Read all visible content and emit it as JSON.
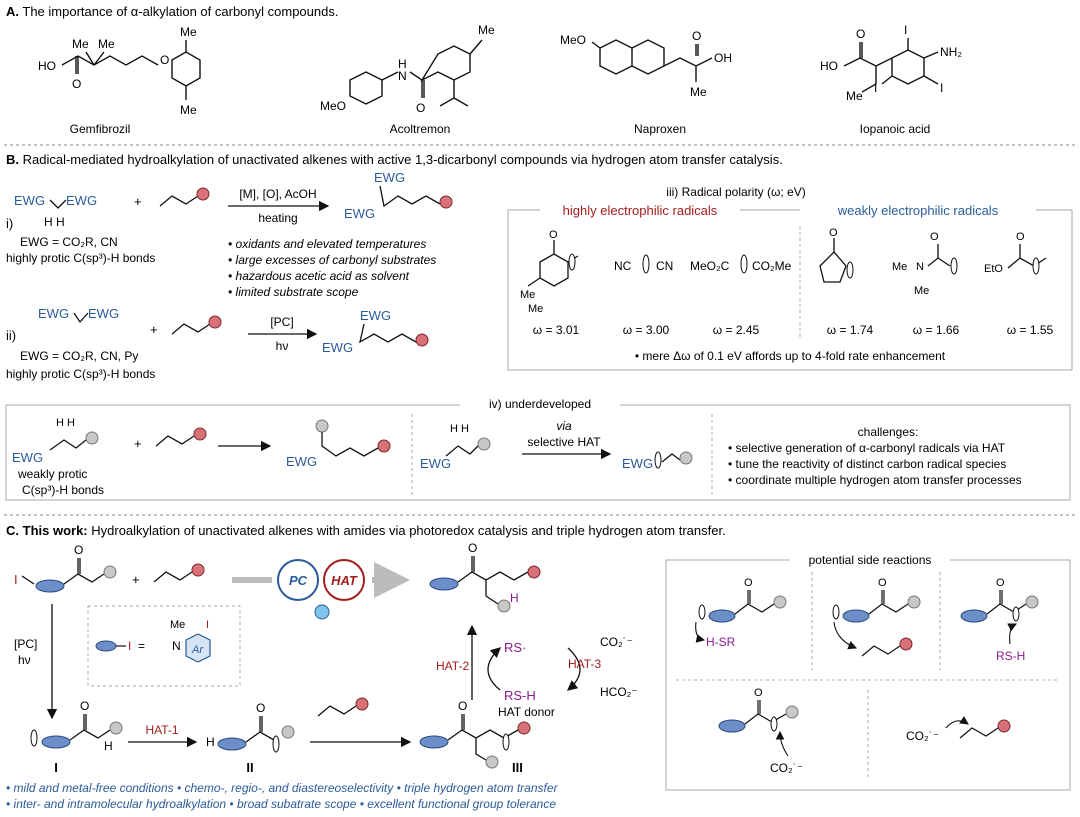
{
  "colors": {
    "blue": "#2a5b9a",
    "red": "#a31d1d",
    "purple": "#8e1a8e",
    "grey_ball": "#c8c8c8",
    "red_ball": "#d9707a",
    "blue_oval": "#6d8fc9"
  },
  "sectionA": {
    "letter": "A.",
    "title": "The importance of α-alkylation of carbonyl compounds.",
    "compounds": [
      "Gemfibrozil",
      "Acoltremon",
      "Naproxen",
      "Iopanoic acid"
    ],
    "atoms": {
      "ho": "HO",
      "o": "O",
      "me": "Me",
      "oh": "OH",
      "meo": "MeO",
      "h": "H",
      "n": "N",
      "nh2": "NH₂",
      "i": "I"
    }
  },
  "sectionB": {
    "letter": "B.",
    "title": "Radical-mediated hydroalkylation of unactivated alkenes with active 1,3-dicarbonyl compounds via hydrogen atom transfer catalysis.",
    "route_i": {
      "label": "i)",
      "ewg": "EWG",
      "hh": "H  H",
      "plus": "+",
      "reagents": "[M], [O], AcOH",
      "conditions": "heating",
      "def": "EWG = CO₂R, CN",
      "protic": "highly protic C(sp³)-H bonds",
      "bullets": [
        "• oxidants and elevated temperatures",
        "• large excesses of carbonyl substrates",
        "• hazardous acetic acid as solvent",
        "• limited substrate scope"
      ]
    },
    "route_ii": {
      "label": "ii)",
      "ewg": "EWG",
      "plus": "+",
      "reagents": "[PC]",
      "conditions": "hν",
      "def": "EWG = CO₂R, CN, Py",
      "protic": "highly protic C(sp³)-H bonds"
    },
    "polarity": {
      "title": "iii) Radical polarity (ω; eV)",
      "high": "highly electrophilic radicals",
      "weak": "weakly electrophilic radicals",
      "radical_labels": {
        "nc": "NC",
        "cn": "CN",
        "meo2c": "MeO₂C",
        "co2me": "CO₂Me",
        "eto": "EtO",
        "me": "Me",
        "n": "N",
        "o": "O"
      },
      "values": [
        "ω = 3.01",
        "ω = 3.00",
        "ω = 2.45",
        "ω = 1.74",
        "ω = 1.66",
        "ω = 1.55"
      ],
      "note": "• mere Δω of 0.1 eV affords up to 4-fold rate enhancement"
    },
    "underdeveloped": {
      "title": "iv) underdeveloped",
      "ewg": "EWG",
      "hh": "H  H",
      "weak1": "weakly protic",
      "weak2": "C(sp³)-H bonds",
      "plus": "+",
      "via": "via",
      "selective": "selective HAT",
      "challenges_title": "challenges:",
      "challenges": [
        "• selective generation of α-carbonyl radicals via HAT",
        "• tune the reactivity of distinct carbon radical species",
        "• coordinate multiple hydrogen atom transfer processes"
      ]
    }
  },
  "sectionC": {
    "letter": "C.",
    "title_bold": "This work:",
    "title": " Hydroalkylation of unactivated alkenes with amides via photoredox catalysis and triple hydrogen atom transfer.",
    "atoms": {
      "i": "I",
      "o": "O",
      "h": "H",
      "me": "Me",
      "n": "N",
      "ar": "Ar",
      "eq": "= ",
      "plus": "+"
    },
    "pc": "PC",
    "hat": "HAT",
    "reagents": "[PC]",
    "conditions": "hν",
    "hat1": "HAT-1",
    "hat2": "HAT-2",
    "hat3": "HAT-3",
    "rs": "RS·",
    "rsh": "RS-H",
    "co2": "CO₂˙⁻",
    "hco2": "HCO₂⁻",
    "hat_donor": "HAT donor",
    "int1": "I",
    "int2": "II",
    "int3": "III",
    "side_title": "potential side reactions",
    "hsr": "H-SR",
    "rsh2": "RS-H",
    "co2side": "CO₂˙⁻",
    "footer1": "• mild and metal-free conditions • chemo-, regio-, and diastereoselectivity • triple hydrogen atom transfer",
    "footer2": "• inter- and intramolecular hydroalkylation • broad subatrate scope • excellent functional group tolerance"
  }
}
